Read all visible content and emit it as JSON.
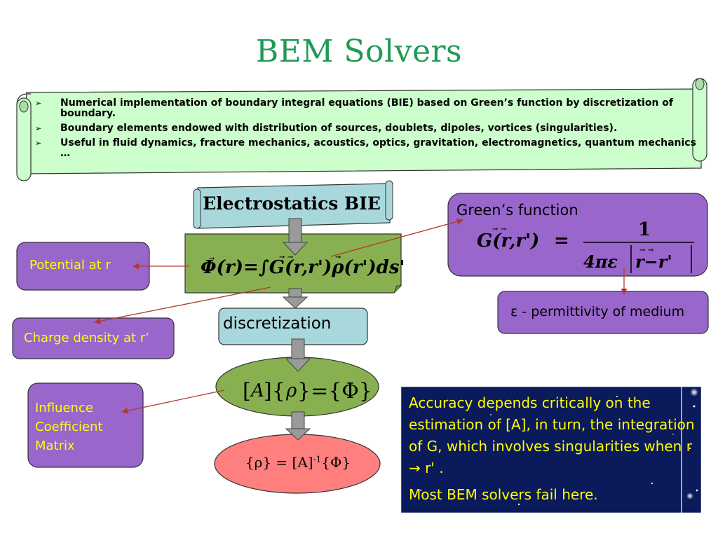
{
  "title": "BEM Solvers",
  "bullets": [
    "Numerical implementation of boundary integral equations (BIE) based on Green’s function by discretization of boundary.",
    "Boundary elements endowed with distribution of sources, doublets, dipoles, vortices (singularities).",
    "Useful in fluid dynamics, fracture mechanics, acoustics, optics, gravitation, electromagnetics, quantum mechanics …"
  ],
  "bullet_glyph": "➢",
  "flow": {
    "bie_label": "Electrostatics BIE",
    "discretization_label": "discretization",
    "solution_label": "{ρ} = [A]-1{Φ}"
  },
  "callouts": {
    "greens_function": "Green’s function",
    "potential": "Potential at r",
    "charge_density": "Charge density at r’",
    "influence": "Influence\nCoefficient\nMatrix",
    "permittivity": "ε - permittivity of medium"
  },
  "accuracy_note": {
    "line1": "Accuracy depends critically on the estimation of [A], in turn, the integration of G, which involves singularities when r → r' .",
    "line2": "Most BEM solvers fail here."
  },
  "colors": {
    "title": "#1f9a55",
    "scroll_fill": "#ccffcc",
    "purple_box": "#9966cc",
    "bie_box": "#a8d8dc",
    "green_box": "#88b050",
    "solution_ellipse": "#ff7f7f",
    "night_panel": "#0a1a5a",
    "yellow_text": "#ffff00",
    "connector": "#b03a30"
  }
}
